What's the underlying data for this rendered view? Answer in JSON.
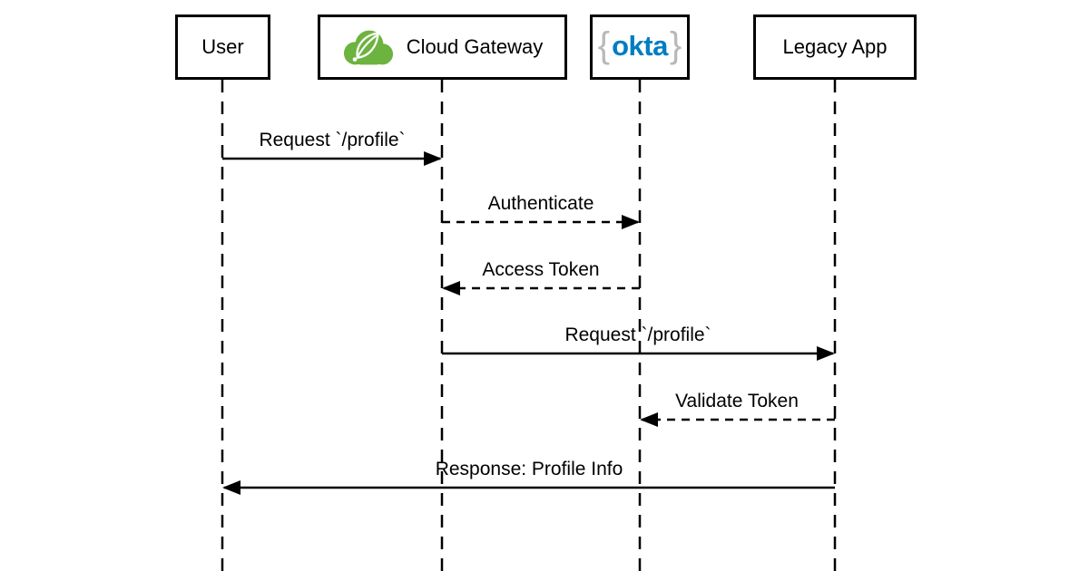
{
  "diagram": {
    "type": "sequence-diagram",
    "actors": [
      {
        "id": "user",
        "label": "User"
      },
      {
        "id": "cloud-gateway",
        "label": "Cloud Gateway",
        "icon": "spring-cloud-logo"
      },
      {
        "id": "okta",
        "label": "okta",
        "brace_open": "{",
        "brace_close": "}",
        "icon": "okta-logo"
      },
      {
        "id": "legacy-app",
        "label": "Legacy App"
      }
    ],
    "messages": [
      {
        "from": "user",
        "to": "cloud-gateway",
        "label": "Request `/profile`",
        "style": "solid"
      },
      {
        "from": "cloud-gateway",
        "to": "okta",
        "label": "Authenticate",
        "style": "dashed"
      },
      {
        "from": "okta",
        "to": "cloud-gateway",
        "label": "Access Token",
        "style": "dashed"
      },
      {
        "from": "cloud-gateway",
        "to": "legacy-app",
        "label": "Request `/profile`",
        "style": "solid"
      },
      {
        "from": "legacy-app",
        "to": "okta",
        "label": "Validate Token",
        "style": "dashed"
      },
      {
        "from": "legacy-app",
        "to": "user",
        "label": "Response: Profile Info",
        "style": "solid"
      }
    ],
    "colors": {
      "background": "#ffffff",
      "line": "#000000",
      "box_border": "#000000",
      "box_fill": "#ffffff",
      "text": "#000000",
      "spring_green": "#6db33f",
      "okta_blue": "#007dc1",
      "okta_brace_gray": "#b9b9b9"
    }
  }
}
